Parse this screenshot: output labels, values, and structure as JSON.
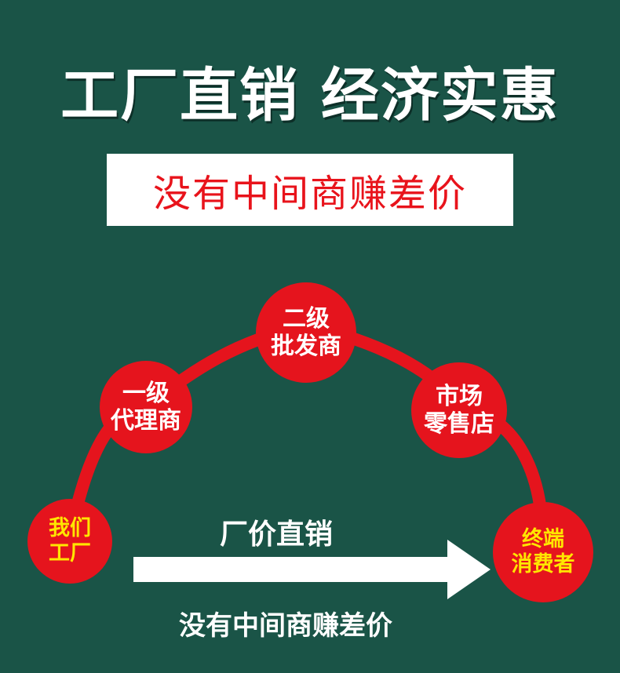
{
  "headline": "工厂直销 经济实惠",
  "banner": "没有中间商赚差价",
  "nodes": {
    "factory": [
      "我们",
      "工厂"
    ],
    "level1": [
      "一级",
      "代理商"
    ],
    "level2": [
      "二级",
      "批发商"
    ],
    "market": [
      "市场",
      "零售店"
    ],
    "consumer": [
      "终端",
      "消费者"
    ]
  },
  "arrow": {
    "top_label": "厂价直销",
    "bottom_label": "没有中间商赚差价"
  },
  "colors": {
    "background": "#1a5447",
    "accent_red": "#e5141d",
    "highlight_yellow": "#ffe600"
  }
}
